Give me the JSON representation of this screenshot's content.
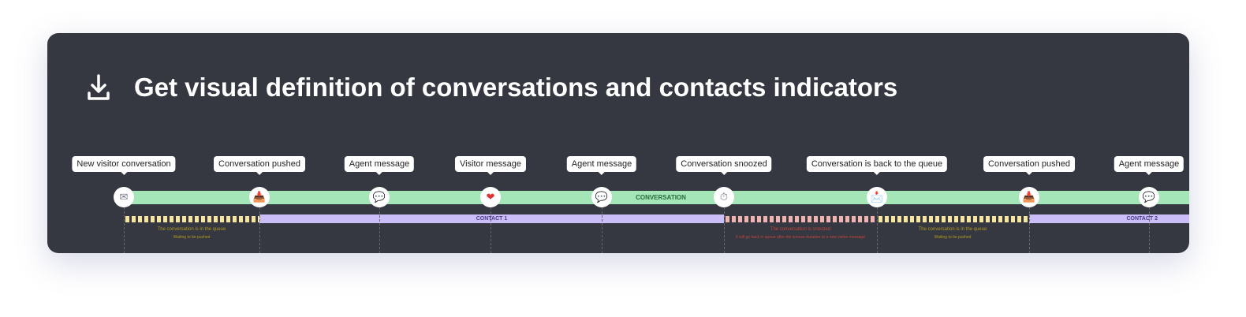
{
  "title": "Get visual definition of conversations and contacts indicators",
  "events": [
    {
      "label": "New visitor conversation",
      "icon": "envelope-icon"
    },
    {
      "label": "Conversation pushed",
      "icon": "inbox-icon"
    },
    {
      "label": "Agent message",
      "icon": "speech-bubble-icon"
    },
    {
      "label": "Visitor message",
      "icon": "heart-bubble-icon"
    },
    {
      "label": "Agent message",
      "icon": "speech-bubble-icon"
    },
    {
      "label": "Conversation snoozed",
      "icon": "stopwatch-icon"
    },
    {
      "label": "Conversation is back to the queue",
      "icon": "envelope-arrow-icon"
    },
    {
      "label": "Conversation pushed",
      "icon": "inbox-icon"
    },
    {
      "label": "Agent message",
      "icon": "speech-bubble-icon"
    }
  ],
  "bars": {
    "conversation": "CONVERSATION",
    "contact1": "CONTACT 1",
    "contact2": "CONTACT 2"
  },
  "notes": {
    "queue1": {
      "title": "The conversation is in the queue",
      "sub": "Waiting to be pushed"
    },
    "snoozed": {
      "title": "The conversation is snoozed",
      "sub": "It will go back in queue after the snooze duration or a new visitor message"
    },
    "queue2": {
      "title": "The conversation is in the queue",
      "sub": "Waiting to be pushed"
    }
  },
  "colors": {
    "queue": "#f7e6a0",
    "snoozed": "#f2b3b3",
    "queue_text": "#b09a1e",
    "snoozed_text": "#c0453f"
  }
}
